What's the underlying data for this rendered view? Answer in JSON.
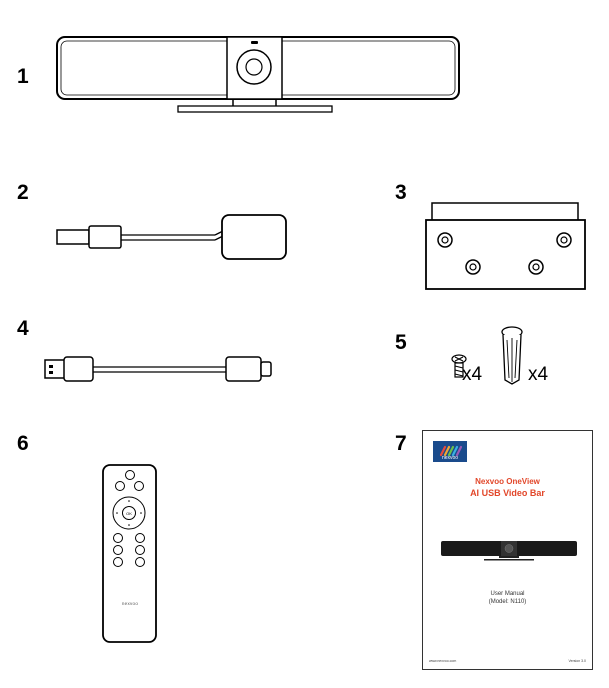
{
  "items": [
    {
      "number": "1",
      "name": "video bar"
    },
    {
      "number": "2",
      "name": "adapter cable"
    },
    {
      "number": "3",
      "name": "mounting bracket"
    },
    {
      "number": "4",
      "name": "usb cable"
    },
    {
      "number": "5",
      "name": "screws and anchors"
    },
    {
      "number": "6",
      "name": "remote control"
    },
    {
      "number": "7",
      "name": "user manual"
    }
  ],
  "screws": {
    "screw_qty": "x4",
    "anchor_qty": "x4"
  },
  "remote": {
    "brand": "nexvoo",
    "ok_label": "OK"
  },
  "manual": {
    "logo_text": "nexvoo",
    "brand": "Nexvoo OneView",
    "title": "AI USB Video Bar",
    "subtitle": "User Manual",
    "model": "(Model: N110)",
    "website": "www.nexvoo.com",
    "version": "Version 3.0",
    "accent_color": "#e2472a",
    "logo_color": "#1a4b8c"
  }
}
